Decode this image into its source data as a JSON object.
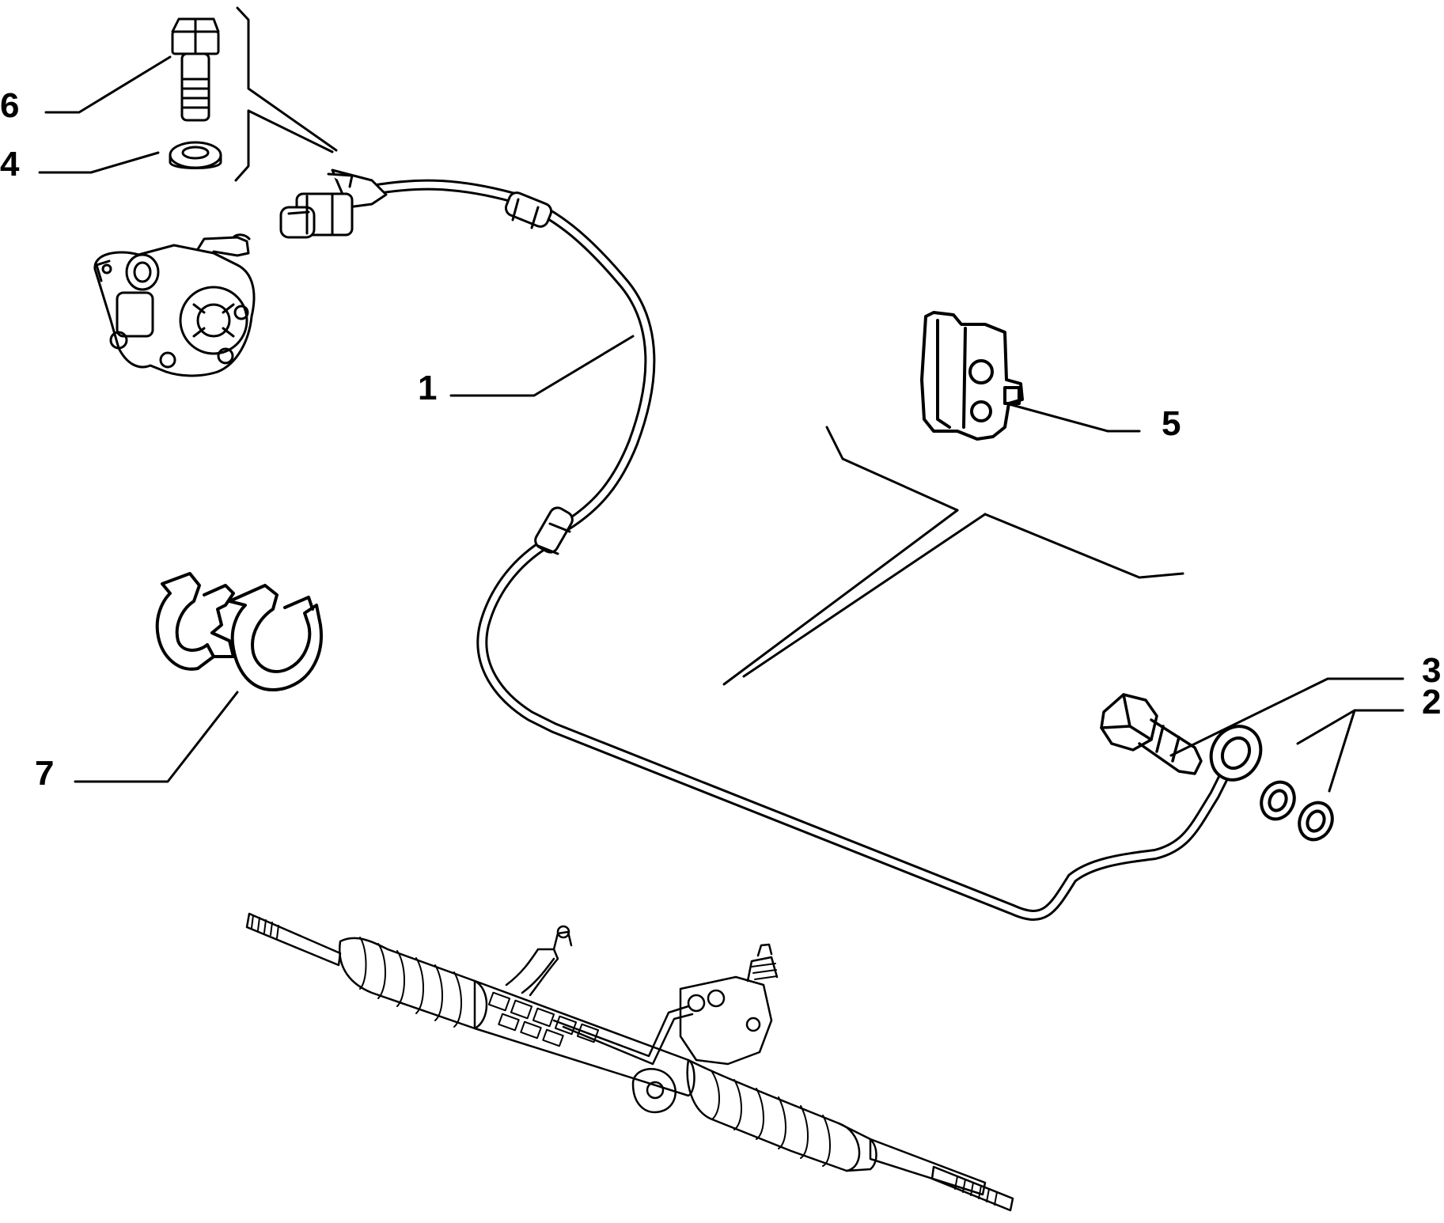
{
  "diagram": {
    "ink_color": "#000000",
    "background": "#ffffff",
    "callouts": {
      "c1": "1",
      "c2": "2",
      "c3": "3",
      "c4": "4",
      "c5": "5",
      "c6": "6",
      "c7": "7"
    },
    "parts": [
      "power-steering-hose",
      "sealing-washer",
      "banjo-bolt",
      "washer",
      "support-bracket",
      "bolt",
      "hose-clamp",
      "power-steering-pump",
      "steering-rack"
    ]
  }
}
